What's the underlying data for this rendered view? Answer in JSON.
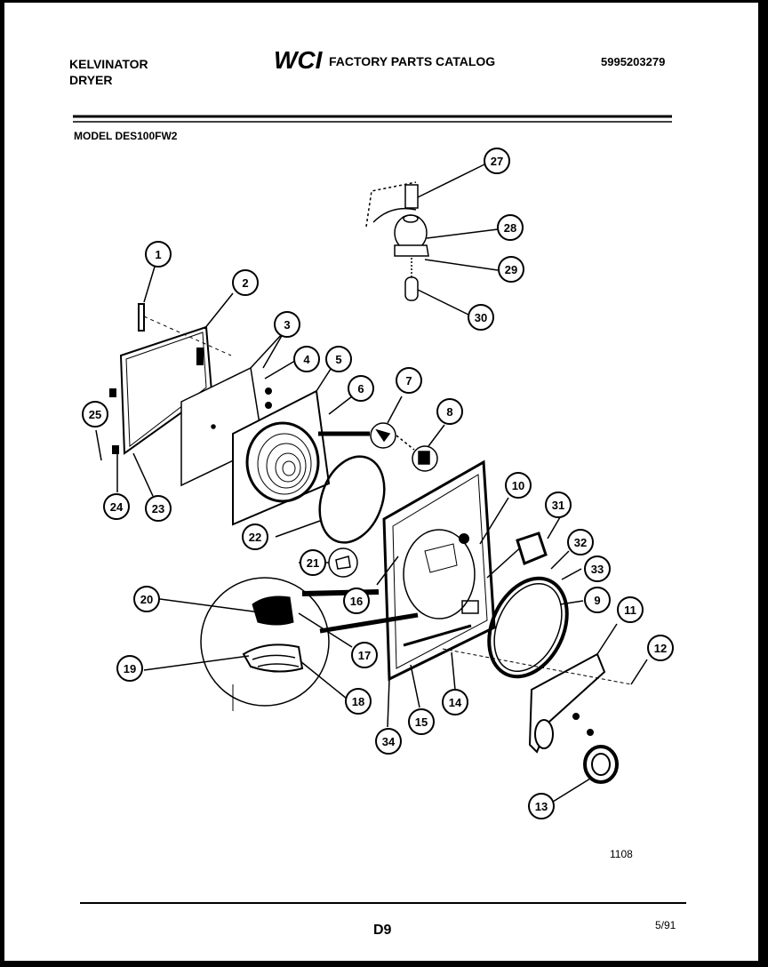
{
  "header": {
    "brand_line1": "KELVINATOR",
    "brand_line2": "DRYER",
    "logo_text": "WCI",
    "catalog_title": "FACTORY PARTS CATALOG",
    "part_number": "5995203279",
    "model": "MODEL DES100FW2"
  },
  "footer": {
    "ref": "1108",
    "page": "D9",
    "date": "5/91"
  },
  "callouts": [
    "1",
    "2",
    "3",
    "4",
    "5",
    "6",
    "7",
    "8",
    "9",
    "10",
    "11",
    "12",
    "13",
    "14",
    "15",
    "16",
    "17",
    "18",
    "19",
    "20",
    "21",
    "22",
    "23",
    "24",
    "25",
    "27",
    "28",
    "29",
    "30",
    "31",
    "32",
    "33",
    "34"
  ]
}
